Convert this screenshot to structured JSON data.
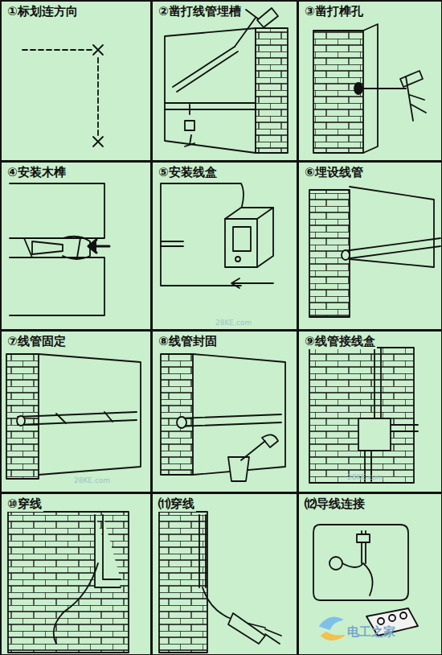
{
  "diagram": {
    "nodes": [
      {
        "text": [
          "①标划连方向"
        ]
      },
      {
        "text": [
          "②凿打线管埋槽"
        ]
      },
      {
        "text": [
          "③凿打榫孔"
        ]
      },
      {
        "text": [
          "④安装木榫"
        ]
      },
      {
        "text": [
          "⑤安装线盒"
        ]
      },
      {
        "text": [
          "⑥埋设线管"
        ]
      },
      {
        "text": [
          "⑦线管固定"
        ]
      },
      {
        "text": [
          "⑧线管封固"
        ]
      },
      {
        "text": [
          "⑨线管接线盒"
        ]
      },
      {
        "text": [
          "⑩穿线"
        ]
      },
      {
        "text": [
          "⑾穿线"
        ]
      },
      {
        "text": [
          "⑿导线连接"
        ]
      }
    ],
    "labels": [
      "28KE.com",
      "28KE.com",
      "28KE.com",
      "电工之家"
    ]
  }
}
